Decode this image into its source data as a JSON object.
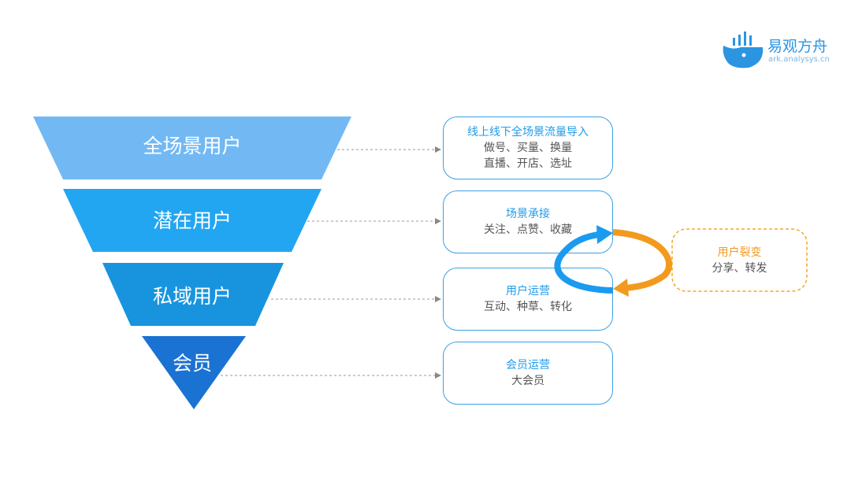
{
  "logo": {
    "name": "易观方舟",
    "url": "ark.analysys.cn"
  },
  "funnel": [
    {
      "label": "全场景用户",
      "color": "#72b9f4"
    },
    {
      "label": "潜在用户",
      "color": "#22a6f2"
    },
    {
      "label": "私域用户",
      "color": "#1894de"
    },
    {
      "label": "会员",
      "color": "#1a72d2"
    }
  ],
  "boxes": [
    {
      "title": "线上线下全场景流量导入",
      "lines": [
        "做号、买量、换量",
        "直播、开店、选址"
      ]
    },
    {
      "title": "场景承接",
      "lines": [
        "关注、点赞、收藏"
      ]
    },
    {
      "title": "用户运营",
      "lines": [
        "互动、种草、转化"
      ]
    },
    {
      "title": "会员运营",
      "lines": [
        "大会员"
      ]
    }
  ],
  "fission": {
    "title": "用户裂变",
    "line": "分享、转发",
    "color": "#f39a1e"
  }
}
